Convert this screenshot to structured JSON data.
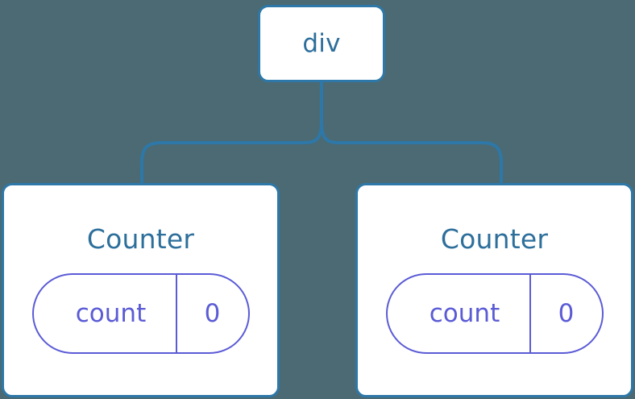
{
  "diagram": {
    "type": "component-tree",
    "background_color": "#4b6a73",
    "node_border_color": "#2d78a8",
    "node_text_color": "#2d6f9b",
    "state_pill_color": "#5b5bd6",
    "connector_color": "#2d78a8",
    "root": {
      "label": "div"
    },
    "children": [
      {
        "label": "Counter",
        "state": {
          "key": "count",
          "value": "0"
        }
      },
      {
        "label": "Counter",
        "state": {
          "key": "count",
          "value": "0"
        }
      }
    ]
  }
}
